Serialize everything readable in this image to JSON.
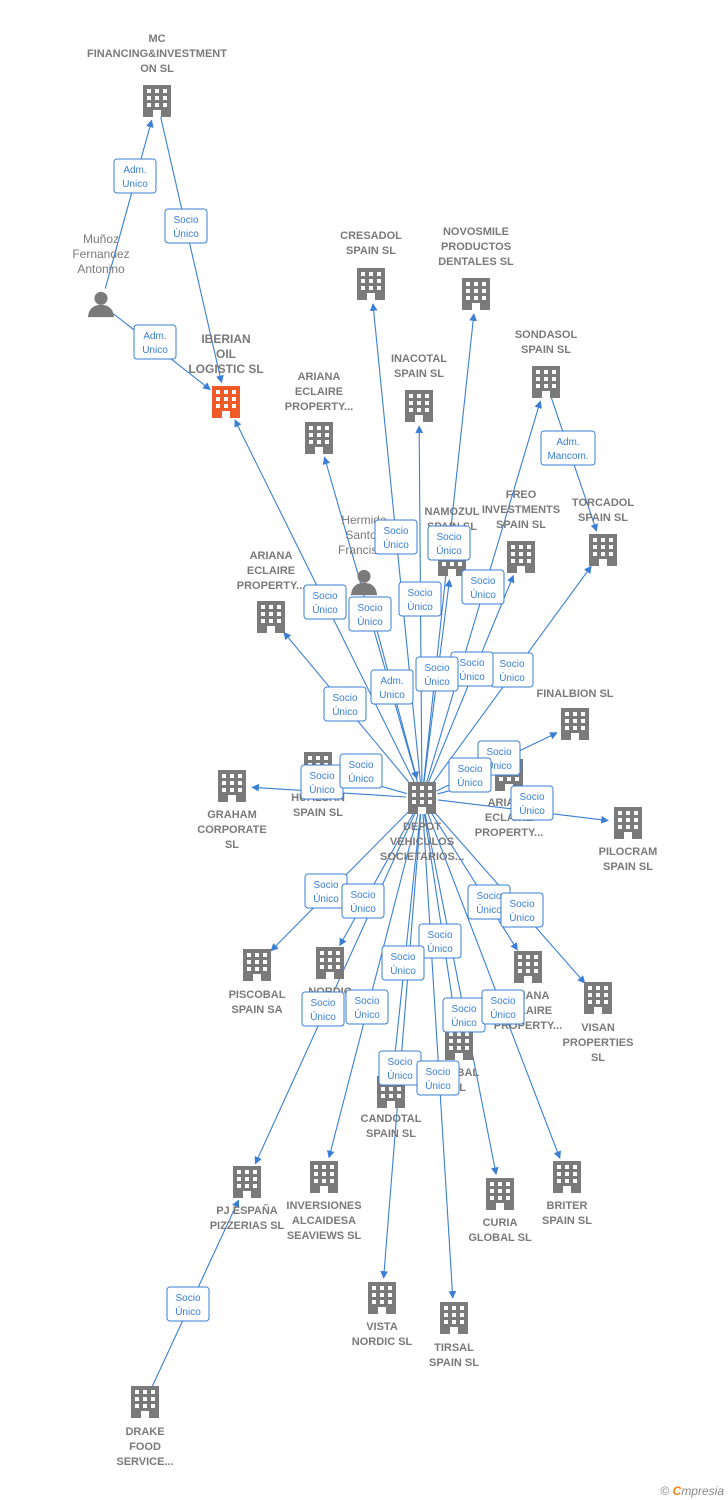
{
  "colors": {
    "edge": "#3a7fd5",
    "building": "#7a7a7a",
    "main_building": "#f05a28",
    "person": "#7a7a7a"
  },
  "brand": {
    "copyright": "©",
    "initial": "C",
    "name": "mpresia"
  },
  "nodes": [
    {
      "id": "mc",
      "type": "building",
      "lines": [
        "MC",
        "FINANCING&INVESTMENT",
        "ON  SL"
      ]
    },
    {
      "id": "munoz",
      "type": "person",
      "lines": [
        "Muñoz",
        "Fernandez",
        "Antonino"
      ]
    },
    {
      "id": "iberian",
      "type": "main",
      "lines": [
        "IBERIAN",
        "OIL",
        "LOGISTIC  SL"
      ]
    },
    {
      "id": "cresadol",
      "type": "building",
      "lines": [
        "CRESADOL",
        "SPAIN  SL"
      ]
    },
    {
      "id": "novosmile",
      "type": "building",
      "lines": [
        "NOVOSMILE",
        "PRODUCTOS",
        "DENTALES  SL"
      ]
    },
    {
      "id": "sondasol",
      "type": "building",
      "lines": [
        "SONDASOL",
        "SPAIN  SL"
      ]
    },
    {
      "id": "inacotal",
      "type": "building",
      "lines": [
        "INACOTAL",
        "SPAIN  SL"
      ]
    },
    {
      "id": "ariana1",
      "type": "building",
      "lines": [
        "ARIANA",
        "ECLAIRE",
        "PROPERTY..."
      ]
    },
    {
      "id": "torcadol",
      "type": "building",
      "lines": [
        "TORCADOL",
        "SPAIN  SL"
      ]
    },
    {
      "id": "freo",
      "type": "building",
      "lines": [
        "FREO",
        "INVESTMENTS",
        "SPAIN  SL"
      ]
    },
    {
      "id": "namozul",
      "type": "building",
      "lines": [
        "NAMOZUL",
        "SPAIN  SL"
      ]
    },
    {
      "id": "hermida",
      "type": "person",
      "lines": [
        "Hermida",
        "Santos",
        "Francisco"
      ]
    },
    {
      "id": "ariana2",
      "type": "building",
      "lines": [
        "ARIANA",
        "ECLAIRE",
        "PROPERTY..."
      ]
    },
    {
      "id": "finalbion",
      "type": "building",
      "lines": [
        "FINALBION  SL"
      ]
    },
    {
      "id": "graham",
      "type": "building",
      "lines": [
        "GRAHAM",
        "CORPORATE",
        "SL"
      ]
    },
    {
      "id": "hualsan",
      "type": "building",
      "lines": [
        "HUALSAN",
        "SPAIN  SL"
      ]
    },
    {
      "id": "depot",
      "type": "building",
      "lines": [
        "DEPOT",
        "VEHICULOS",
        "SOCIETARIOS..."
      ]
    },
    {
      "id": "ariana3",
      "type": "building",
      "lines": [
        "ARIANA",
        "ECLAIRE",
        "PROPERTY..."
      ]
    },
    {
      "id": "pilocram",
      "type": "building",
      "lines": [
        "PILOCRAM",
        "SPAIN  SL"
      ]
    },
    {
      "id": "piscobal",
      "type": "building",
      "lines": [
        "PISCOBAL",
        "SPAIN SA"
      ]
    },
    {
      "id": "nordic",
      "type": "building",
      "lines": [
        "NORDIC",
        "E..."
      ]
    },
    {
      "id": "ariana4",
      "type": "building",
      "lines": [
        "ARIANA",
        "ECLAIRE",
        "PROPERTY..."
      ]
    },
    {
      "id": "visan",
      "type": "building",
      "lines": [
        "VISAN",
        "PROPERTIES",
        "SL"
      ]
    },
    {
      "id": "global",
      "type": "building",
      "lines": [
        "...OBAL",
        "SL"
      ]
    },
    {
      "id": "candotal",
      "type": "building",
      "lines": [
        "CANDOTAL",
        "SPAIN  SL"
      ]
    },
    {
      "id": "pjespana",
      "type": "building",
      "lines": [
        "PJ ESPAÑA",
        "PIZZERIAS  SL"
      ]
    },
    {
      "id": "inversiones",
      "type": "building",
      "lines": [
        "INVERSIONES",
        "ALCAIDESA",
        "SEAVIEWS  SL"
      ]
    },
    {
      "id": "curia",
      "type": "building",
      "lines": [
        "CURIA",
        "GLOBAL  SL"
      ]
    },
    {
      "id": "briter",
      "type": "building",
      "lines": [
        "BRITER",
        "SPAIN  SL"
      ]
    },
    {
      "id": "vista",
      "type": "building",
      "lines": [
        "VISTA",
        "NORDIC  SL"
      ]
    },
    {
      "id": "tirsal",
      "type": "building",
      "lines": [
        "TIRSAL",
        "SPAIN  SL"
      ]
    },
    {
      "id": "drake",
      "type": "building",
      "lines": [
        "DRAKE",
        "FOOD",
        "SERVICE..."
      ]
    }
  ],
  "edges": [
    {
      "from": "munoz",
      "to": "mc",
      "label": [
        "Adm.",
        "Unico"
      ]
    },
    {
      "from": "mc",
      "to": "iberian",
      "label": [
        "Socio",
        "Único"
      ]
    },
    {
      "from": "munoz",
      "to": "iberian",
      "label": [
        "Adm.",
        "Unico"
      ]
    },
    {
      "from": "sondasol",
      "to": "torcadol",
      "label": [
        "Adm.",
        "Mancom."
      ]
    },
    {
      "from": "depot",
      "to": "iberian",
      "label": [
        "Socio",
        "Único"
      ]
    },
    {
      "from": "depot",
      "to": "cresadol",
      "label": [
        "Socio",
        "Único"
      ]
    },
    {
      "from": "depot",
      "to": "novosmile",
      "label": [
        "Socio",
        "Único"
      ]
    },
    {
      "from": "depot",
      "to": "inacotal",
      "label": [
        "Socio",
        "Único"
      ]
    },
    {
      "from": "depot",
      "to": "sondasol",
      "label": [
        "Socio",
        "Único"
      ]
    },
    {
      "from": "depot",
      "to": "ariana1",
      "label": [
        "Socio",
        "Único"
      ]
    },
    {
      "from": "depot",
      "to": "ariana2",
      "label": [
        "Socio",
        "Único"
      ]
    },
    {
      "from": "depot",
      "to": "namozul",
      "label": [
        "Socio",
        "Único"
      ]
    },
    {
      "from": "depot",
      "to": "freo",
      "label": [
        "Socio",
        "Único"
      ]
    },
    {
      "from": "depot",
      "to": "torcadol",
      "label": [
        "Socio",
        "Único"
      ]
    },
    {
      "from": "hermida",
      "to": "depot",
      "label": [
        "Adm.",
        "Unico"
      ]
    },
    {
      "from": "depot",
      "to": "finalbion",
      "label": [
        "Socio",
        "Único"
      ]
    },
    {
      "from": "depot",
      "to": "graham",
      "label": [
        "Socio",
        "Único"
      ]
    },
    {
      "from": "depot",
      "to": "hualsan",
      "label": [
        "Socio",
        "Único"
      ]
    },
    {
      "from": "depot",
      "to": "ariana3",
      "label": [
        "Socio",
        "Único"
      ]
    },
    {
      "from": "depot",
      "to": "pilocram",
      "label": [
        "Socio",
        "Único"
      ]
    },
    {
      "from": "depot",
      "to": "piscobal",
      "label": [
        "Socio",
        "Único"
      ]
    },
    {
      "from": "depot",
      "to": "nordic",
      "label": [
        "Socio",
        "Único"
      ]
    },
    {
      "from": "depot",
      "to": "ariana4",
      "label": [
        "Socio",
        "Único"
      ]
    },
    {
      "from": "depot",
      "to": "visan",
      "label": [
        "Socio",
        "Único"
      ]
    },
    {
      "from": "depot",
      "to": "global",
      "label": [
        "Socio",
        "Único"
      ]
    },
    {
      "from": "depot",
      "to": "candotal",
      "label": [
        "Socio",
        "Único"
      ]
    },
    {
      "from": "depot",
      "to": "pjespana",
      "label": [
        "Socio",
        "Único"
      ]
    },
    {
      "from": "depot",
      "to": "inversiones",
      "label": [
        "Socio",
        "Único"
      ]
    },
    {
      "from": "depot",
      "to": "curia",
      "label": [
        "Socio",
        "Único"
      ]
    },
    {
      "from": "depot",
      "to": "briter",
      "label": [
        "Socio",
        "Único"
      ]
    },
    {
      "from": "depot",
      "to": "vista",
      "label": [
        "Socio",
        "Único"
      ]
    },
    {
      "from": "depot",
      "to": "tirsal",
      "label": [
        "Socio",
        "Único"
      ]
    },
    {
      "from": "drake",
      "to": "pjespana",
      "label": [
        "Socio",
        "Único"
      ]
    }
  ]
}
